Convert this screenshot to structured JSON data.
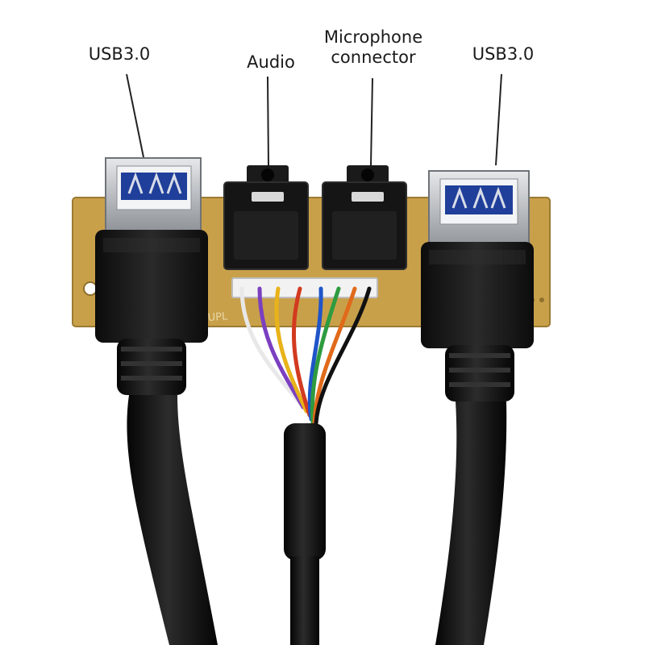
{
  "labels": {
    "usb_left": "USB3.0",
    "audio": "Audio",
    "microphone_line1": "Microphone",
    "microphone_line2": "connector",
    "usb_right": "USB3.0"
  },
  "pcb_silkscreen": "UPL",
  "colors": {
    "pcb": "#c9a04a",
    "usb_port_blue": "#1f3f9a",
    "cable": "#141414",
    "port_metal": "#c8cbcf",
    "wires": [
      "#e8e8e8",
      "#7b3fc0",
      "#e8b21a",
      "#d23a1f",
      "#1f55c8",
      "#2e9b3f",
      "#e06a1a",
      "#111111"
    ]
  },
  "icons": [
    "usb-port-icon",
    "audio-jack-icon",
    "cable-icon"
  ]
}
